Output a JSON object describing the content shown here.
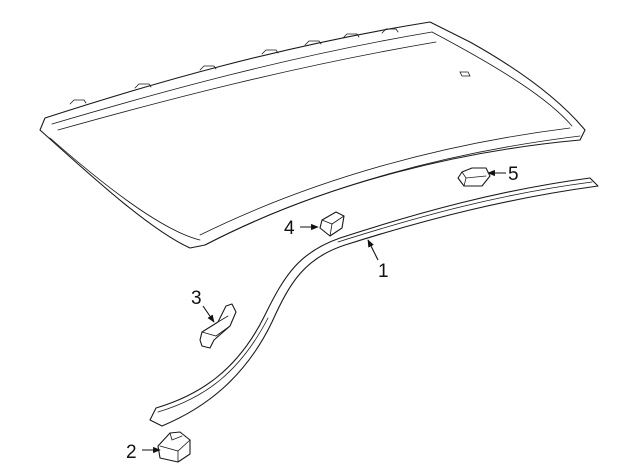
{
  "diagram": {
    "callouts": [
      {
        "id": "1",
        "label": "1"
      },
      {
        "id": "2",
        "label": "2"
      },
      {
        "id": "3",
        "label": "3"
      },
      {
        "id": "4",
        "label": "4"
      },
      {
        "id": "5",
        "label": "5"
      }
    ],
    "colors": {
      "line": "#1a1a1a",
      "background": "#ffffff"
    }
  }
}
